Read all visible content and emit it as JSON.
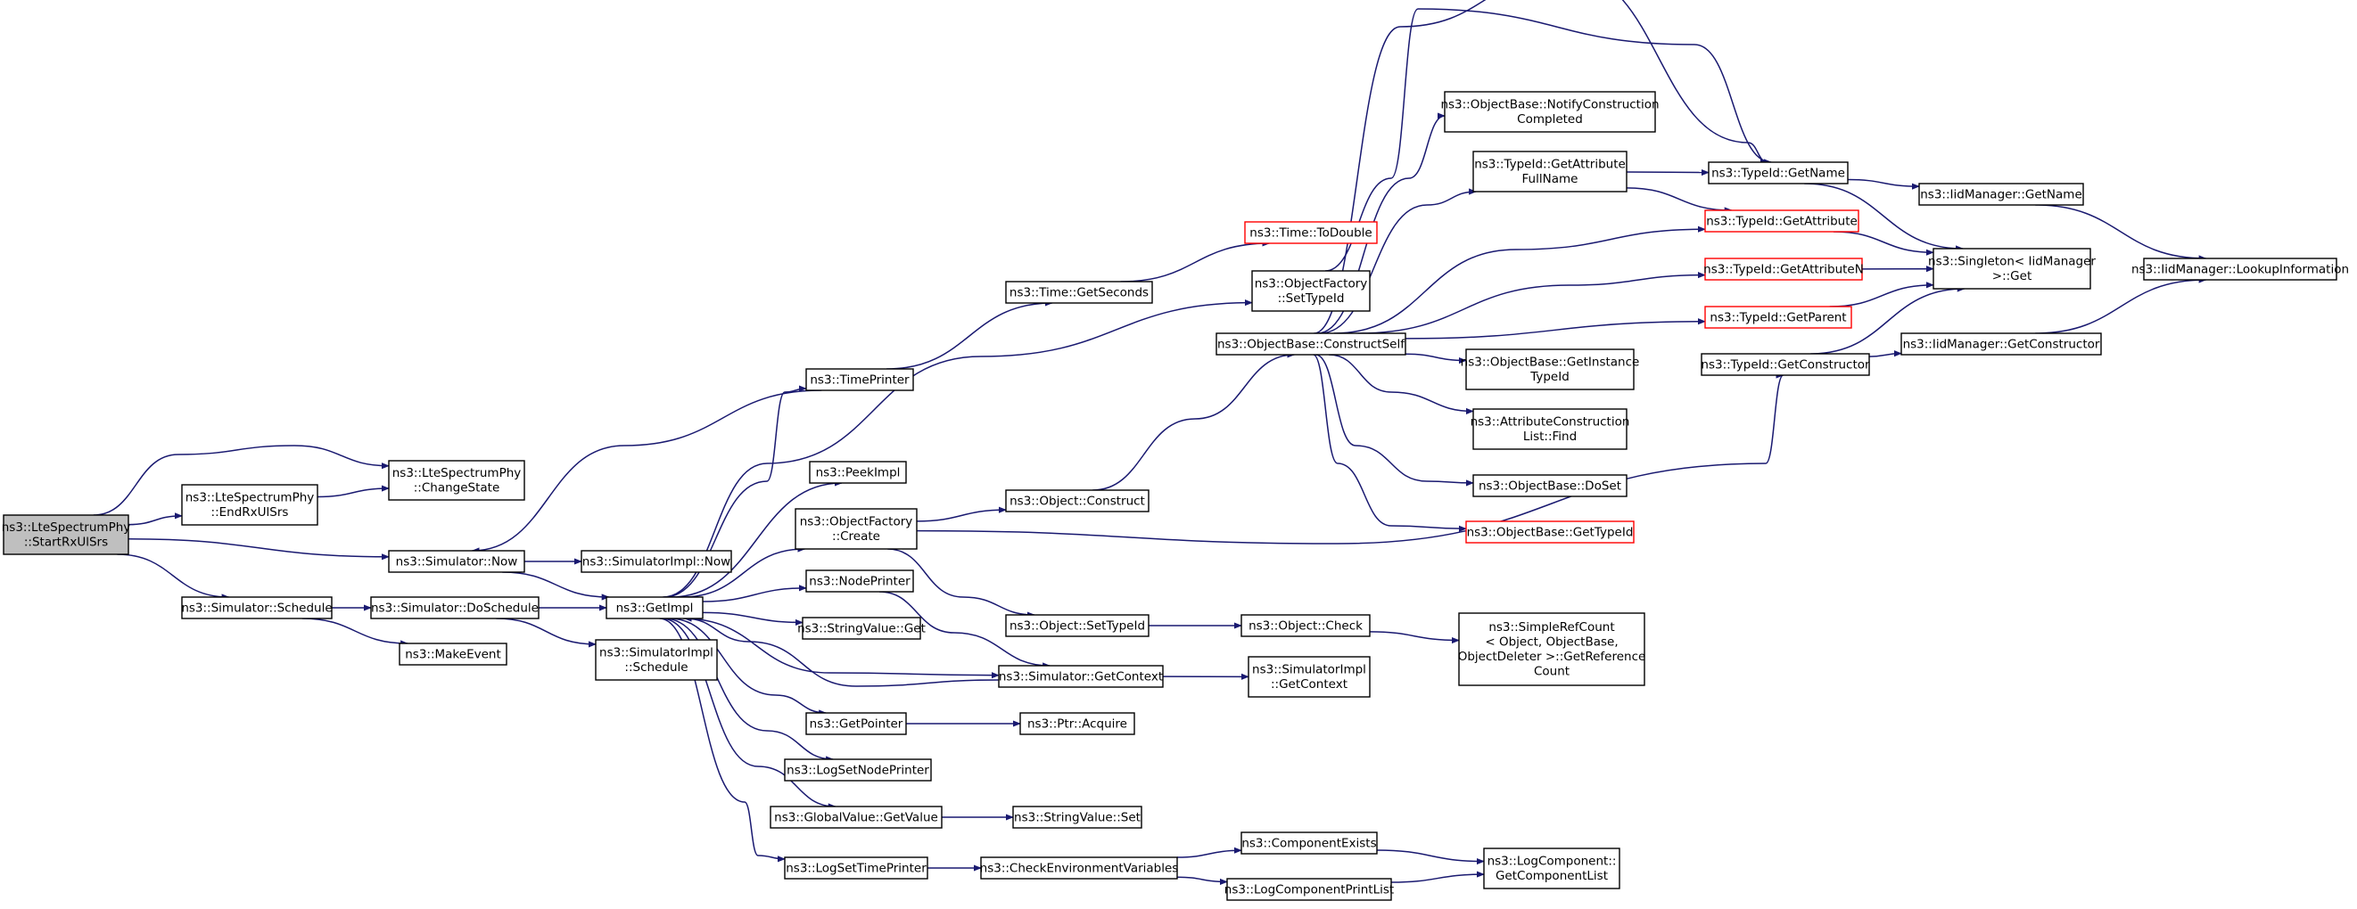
{
  "nodes": [
    {
      "id": "root",
      "lines": [
        "ns3::LteSpectrumPhy",
        "::StartRxUlSrs"
      ],
      "style": "root",
      "clickable": true
    },
    {
      "id": "changeState",
      "lines": [
        "ns3::LteSpectrumPhy",
        "::ChangeState"
      ],
      "clickable": true
    },
    {
      "id": "endRxUlSrs",
      "lines": [
        "ns3::LteSpectrumPhy",
        "::EndRxUlSrs"
      ],
      "clickable": true
    },
    {
      "id": "simNow",
      "lines": [
        "ns3::Simulator::Now"
      ],
      "clickable": true
    },
    {
      "id": "simSchedule",
      "lines": [
        "ns3::Simulator::Schedule"
      ],
      "clickable": true
    },
    {
      "id": "simDoSchedule",
      "lines": [
        "ns3::Simulator::DoSchedule"
      ],
      "clickable": true
    },
    {
      "id": "makeEvent",
      "lines": [
        "ns3::MakeEvent"
      ],
      "clickable": true
    },
    {
      "id": "simImplNow",
      "lines": [
        "ns3::SimulatorImpl::Now"
      ],
      "clickable": true
    },
    {
      "id": "getImpl",
      "lines": [
        "ns3::GetImpl"
      ],
      "clickable": true
    },
    {
      "id": "simImplSchedule",
      "lines": [
        "ns3::SimulatorImpl",
        "::Schedule"
      ],
      "clickable": true
    },
    {
      "id": "timePrinter",
      "lines": [
        "ns3::TimePrinter"
      ],
      "clickable": true
    },
    {
      "id": "peekImpl",
      "lines": [
        "ns3::PeekImpl"
      ],
      "clickable": true
    },
    {
      "id": "objFactoryCreate",
      "lines": [
        "ns3::ObjectFactory",
        "::Create"
      ],
      "clickable": true
    },
    {
      "id": "nodePrinter",
      "lines": [
        "ns3::NodePrinter"
      ],
      "clickable": true
    },
    {
      "id": "stringValueGet",
      "lines": [
        "ns3::StringValue::Get"
      ],
      "clickable": true
    },
    {
      "id": "getPointer",
      "lines": [
        "ns3::GetPointer"
      ],
      "clickable": true
    },
    {
      "id": "logSetNodePrinter",
      "lines": [
        "ns3::LogSetNodePrinter"
      ],
      "clickable": true
    },
    {
      "id": "globalValueGetValue",
      "lines": [
        "ns3::GlobalValue::GetValue"
      ],
      "clickable": true
    },
    {
      "id": "logSetTimePrinter",
      "lines": [
        "ns3::LogSetTimePrinter"
      ],
      "clickable": true
    },
    {
      "id": "timeGetSeconds",
      "lines": [
        "ns3::Time::GetSeconds"
      ],
      "clickable": true
    },
    {
      "id": "timeToDouble",
      "lines": [
        "ns3::Time::ToDouble"
      ],
      "style": "red",
      "clickable": true
    },
    {
      "id": "objConstruct",
      "lines": [
        "ns3::Object::Construct"
      ],
      "clickable": true
    },
    {
      "id": "objSetTypeId",
      "lines": [
        "ns3::Object::SetTypeId"
      ],
      "clickable": true
    },
    {
      "id": "simGetContext",
      "lines": [
        "ns3::Simulator::GetContext"
      ],
      "clickable": true
    },
    {
      "id": "ptrAcquire",
      "lines": [
        "ns3::Ptr::Acquire"
      ],
      "clickable": true
    },
    {
      "id": "stringValueSet",
      "lines": [
        "ns3::StringValue::Set"
      ],
      "clickable": true
    },
    {
      "id": "checkEnvVars",
      "lines": [
        "ns3::CheckEnvironmentVariables"
      ],
      "clickable": true
    },
    {
      "id": "objFactorySetTypeId",
      "lines": [
        "ns3::ObjectFactory",
        "::SetTypeId"
      ],
      "clickable": true
    },
    {
      "id": "objBaseConstructSelf",
      "lines": [
        "ns3::ObjectBase::ConstructSelf"
      ],
      "clickable": true
    },
    {
      "id": "objCheck",
      "lines": [
        "ns3::Object::Check"
      ],
      "clickable": true
    },
    {
      "id": "simImplGetContext",
      "lines": [
        "ns3::SimulatorImpl",
        "::GetContext"
      ],
      "clickable": true
    },
    {
      "id": "componentExists",
      "lines": [
        "ns3::ComponentExists"
      ],
      "clickable": true
    },
    {
      "id": "logComponentPrintList",
      "lines": [
        "ns3::LogComponentPrintList"
      ],
      "clickable": true
    },
    {
      "id": "notifyConstructionCompleted",
      "lines": [
        "ns3::ObjectBase::NotifyConstruction",
        "Completed"
      ],
      "clickable": true
    },
    {
      "id": "typeIdGetAttributeFullName",
      "lines": [
        "ns3::TypeId::GetAttribute",
        "FullName"
      ],
      "clickable": true
    },
    {
      "id": "objBaseGetInstanceTypeId",
      "lines": [
        "ns3::ObjectBase::GetInstance",
        "TypeId"
      ],
      "clickable": true
    },
    {
      "id": "attrConstructionListFind",
      "lines": [
        "ns3::AttributeConstruction",
        "List::Find"
      ],
      "clickable": true
    },
    {
      "id": "objBaseDoSet",
      "lines": [
        "ns3::ObjectBase::DoSet"
      ],
      "clickable": true
    },
    {
      "id": "objBaseGetTypeId",
      "lines": [
        "ns3::ObjectBase::GetTypeId"
      ],
      "style": "red",
      "clickable": true
    },
    {
      "id": "simpleRefCount",
      "lines": [
        "ns3::SimpleRefCount",
        "< Object, ObjectBase,",
        "ObjectDeleter >::GetReference",
        "Count"
      ],
      "clickable": true
    },
    {
      "id": "logComponentGetList",
      "lines": [
        "ns3::LogComponent::",
        "GetComponentList"
      ],
      "clickable": true
    },
    {
      "id": "typeIdGetName",
      "lines": [
        "ns3::TypeId::GetName"
      ],
      "clickable": true
    },
    {
      "id": "typeIdGetAttribute",
      "lines": [
        "ns3::TypeId::GetAttribute"
      ],
      "style": "red",
      "clickable": true
    },
    {
      "id": "typeIdGetAttributeN",
      "lines": [
        "ns3::TypeId::GetAttributeN"
      ],
      "style": "red",
      "clickable": true
    },
    {
      "id": "typeIdGetParent",
      "lines": [
        "ns3::TypeId::GetParent"
      ],
      "style": "red",
      "clickable": true
    },
    {
      "id": "typeIdGetConstructor",
      "lines": [
        "ns3::TypeId::GetConstructor"
      ],
      "clickable": true
    },
    {
      "id": "iidGetName",
      "lines": [
        "ns3::IidManager::GetName"
      ],
      "clickable": true
    },
    {
      "id": "singletonGet",
      "lines": [
        "ns3::Singleton< IidManager",
        " >::Get"
      ],
      "clickable": true
    },
    {
      "id": "iidGetConstructor",
      "lines": [
        "ns3::IidManager::GetConstructor"
      ],
      "clickable": true
    },
    {
      "id": "iidLookupInformation",
      "lines": [
        "ns3::IidManager::LookupInformation"
      ],
      "clickable": true
    }
  ],
  "edges": [
    [
      "root",
      "changeState"
    ],
    [
      "root",
      "endRxUlSrs"
    ],
    [
      "root",
      "simNow"
    ],
    [
      "root",
      "simSchedule"
    ],
    [
      "endRxUlSrs",
      "changeState"
    ],
    [
      "simNow",
      "simImplNow"
    ],
    [
      "simNow",
      "getImpl"
    ],
    [
      "simSchedule",
      "simDoSchedule"
    ],
    [
      "simSchedule",
      "makeEvent"
    ],
    [
      "simDoSchedule",
      "getImpl"
    ],
    [
      "simDoSchedule",
      "simImplSchedule"
    ],
    [
      "getImpl",
      "timePrinter"
    ],
    [
      "getImpl",
      "peekImpl"
    ],
    [
      "getImpl",
      "objFactoryCreate"
    ],
    [
      "getImpl",
      "nodePrinter"
    ],
    [
      "getImpl",
      "stringValueGet"
    ],
    [
      "getImpl",
      "simGetContext"
    ],
    [
      "getImpl",
      "getPointer"
    ],
    [
      "getImpl",
      "logSetNodePrinter"
    ],
    [
      "getImpl",
      "globalValueGetValue"
    ],
    [
      "getImpl",
      "logSetTimePrinter"
    ],
    [
      "getImpl",
      "objFactorySetTypeId"
    ],
    [
      "timePrinter",
      "simNow"
    ],
    [
      "timePrinter",
      "timeGetSeconds"
    ],
    [
      "timeGetSeconds",
      "timeToDouble"
    ],
    [
      "objFactoryCreate",
      "objConstruct"
    ],
    [
      "objFactoryCreate",
      "objSetTypeId"
    ],
    [
      "objFactoryCreate",
      "typeIdGetConstructor"
    ],
    [
      "nodePrinter",
      "simGetContext"
    ],
    [
      "simGetContext",
      "getImpl"
    ],
    [
      "simGetContext",
      "simImplGetContext"
    ],
    [
      "getPointer",
      "ptrAcquire"
    ],
    [
      "globalValueGetValue",
      "stringValueSet"
    ],
    [
      "logSetTimePrinter",
      "checkEnvVars"
    ],
    [
      "checkEnvVars",
      "componentExists"
    ],
    [
      "checkEnvVars",
      "logComponentPrintList"
    ],
    [
      "componentExists",
      "logComponentGetList"
    ],
    [
      "logComponentPrintList",
      "logComponentGetList"
    ],
    [
      "objConstruct",
      "objBaseConstructSelf"
    ],
    [
      "objSetTypeId",
      "objCheck"
    ],
    [
      "objCheck",
      "simpleRefCount"
    ],
    [
      "objFactorySetTypeId",
      "typeIdGetName"
    ],
    [
      "objBaseConstructSelf",
      "typeIdGetName"
    ],
    [
      "objBaseConstructSelf",
      "notifyConstructionCompleted"
    ],
    [
      "objBaseConstructSelf",
      "typeIdGetAttributeFullName"
    ],
    [
      "objBaseConstructSelf",
      "typeIdGetAttribute"
    ],
    [
      "objBaseConstructSelf",
      "typeIdGetAttributeN"
    ],
    [
      "objBaseConstructSelf",
      "typeIdGetParent"
    ],
    [
      "objBaseConstructSelf",
      "objBaseGetInstanceTypeId"
    ],
    [
      "objBaseConstructSelf",
      "attrConstructionListFind"
    ],
    [
      "objBaseConstructSelf",
      "objBaseDoSet"
    ],
    [
      "objBaseConstructSelf",
      "objBaseGetTypeId"
    ],
    [
      "typeIdGetAttributeFullName",
      "typeIdGetName"
    ],
    [
      "typeIdGetAttributeFullName",
      "typeIdGetAttribute"
    ],
    [
      "typeIdGetName",
      "iidGetName"
    ],
    [
      "typeIdGetName",
      "singletonGet"
    ],
    [
      "typeIdGetAttribute",
      "singletonGet"
    ],
    [
      "typeIdGetAttributeN",
      "singletonGet"
    ],
    [
      "typeIdGetParent",
      "singletonGet"
    ],
    [
      "typeIdGetConstructor",
      "singletonGet"
    ],
    [
      "typeIdGetConstructor",
      "iidGetConstructor"
    ],
    [
      "iidGetName",
      "iidLookupInformation"
    ],
    [
      "iidGetConstructor",
      "iidLookupInformation"
    ]
  ],
  "colors": {
    "edge": "#191970",
    "box_border": "#000000",
    "red_border": "#ff0000",
    "root_fill": "#bfbfbf"
  }
}
